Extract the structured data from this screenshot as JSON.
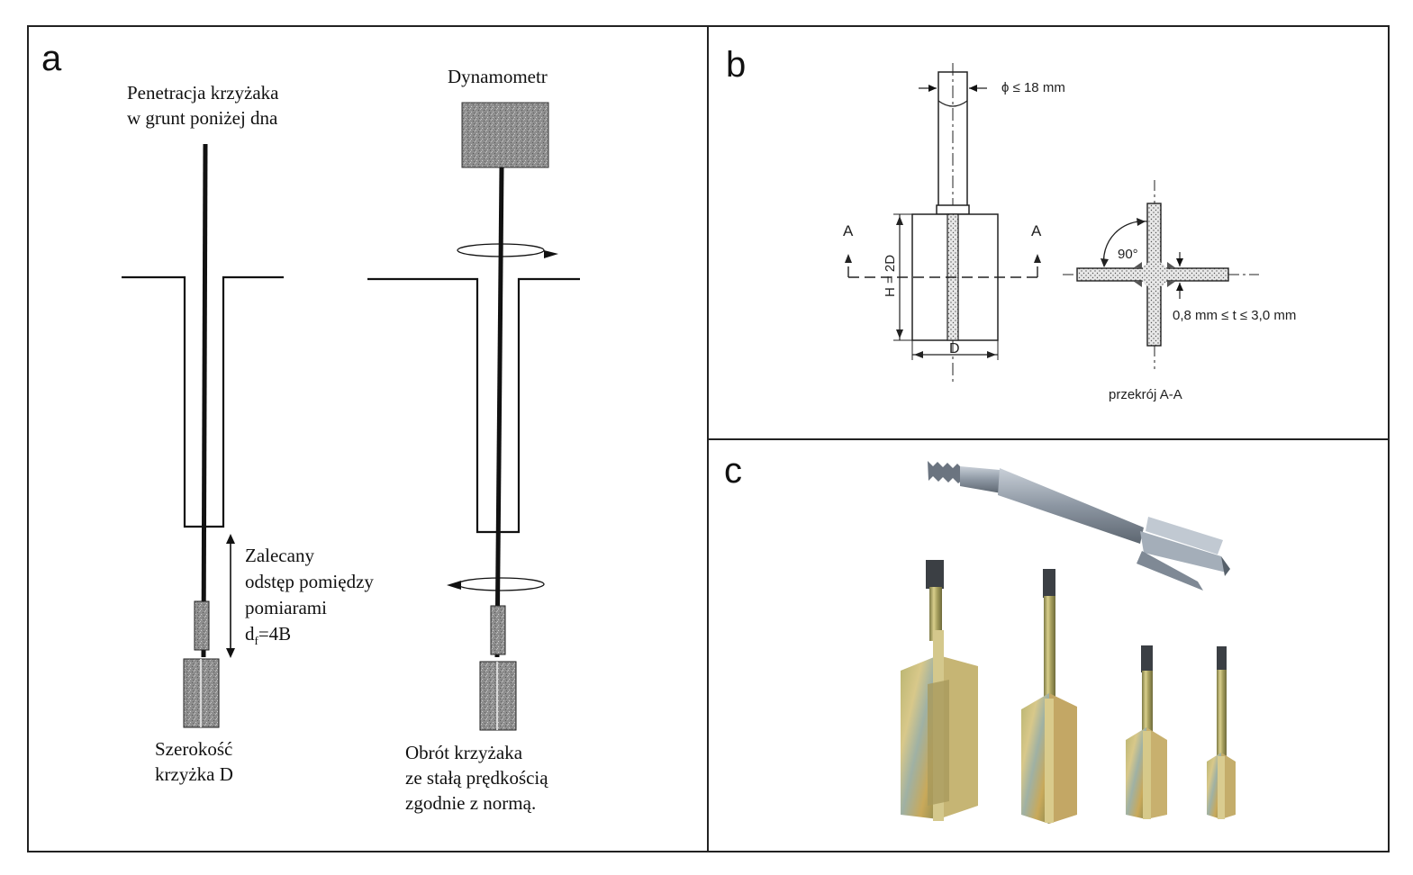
{
  "panel_a": {
    "letter": "a",
    "left_title_line1": "Penetracja krzyżaka",
    "left_title_line2": "w grunt poniżej dna",
    "right_title": "Dynamometr",
    "spacing_line1": "Zalecany",
    "spacing_line2": "odstęp pomiędzy",
    "spacing_line3": "pomiarami",
    "spacing_line4": "d",
    "spacing_line4_sub": "f",
    "spacing_line4_tail": "=4B",
    "width_line1": "Szerokość",
    "width_line2": "krzyżka D",
    "rotation_line1": "Obrót krzyżaka",
    "rotation_line2": "ze stałą prędkością",
    "rotation_line3": "zgodnie z normą."
  },
  "panel_b": {
    "letter": "b",
    "diameter_label": "ϕ ≤ 18 mm",
    "section_mark_left": "A",
    "section_mark_right": "A",
    "height_label": "H = 2D",
    "width_label": "D",
    "angle_label": "90°",
    "thickness_label": "0,8 mm ≤ t ≤ 3,0 mm",
    "section_caption": "przekrój A-A"
  },
  "panel_c": {
    "letter": "c"
  }
}
